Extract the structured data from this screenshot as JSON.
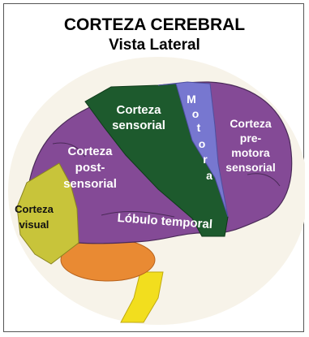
{
  "title": "CORTEZA CEREBRAL",
  "subtitle": "Vista Lateral",
  "regions": {
    "sensorial": {
      "line1": "Corteza",
      "line2": "sensorial"
    },
    "motora": [
      "M",
      "o",
      "t",
      "o",
      "r",
      "a"
    ],
    "premotora": {
      "line1": "Corteza",
      "line2": "pre-",
      "line3": "motora",
      "line4": "sensorial"
    },
    "postsensorial": {
      "line1": "Corteza",
      "line2": "post-",
      "line3": "sensorial"
    },
    "visual": {
      "line1": "Corteza",
      "line2": "visual"
    },
    "temporal": "Lóbulo temporal"
  },
  "colors": {
    "purple": "#844a96",
    "dark_green": "#1d5a2d",
    "motor_blue": "#7777d0",
    "yellow_green": "#c8c43a",
    "orange": "#e98a33",
    "yellow": "#f2de1e",
    "background_glow": "#f7f3e9"
  }
}
